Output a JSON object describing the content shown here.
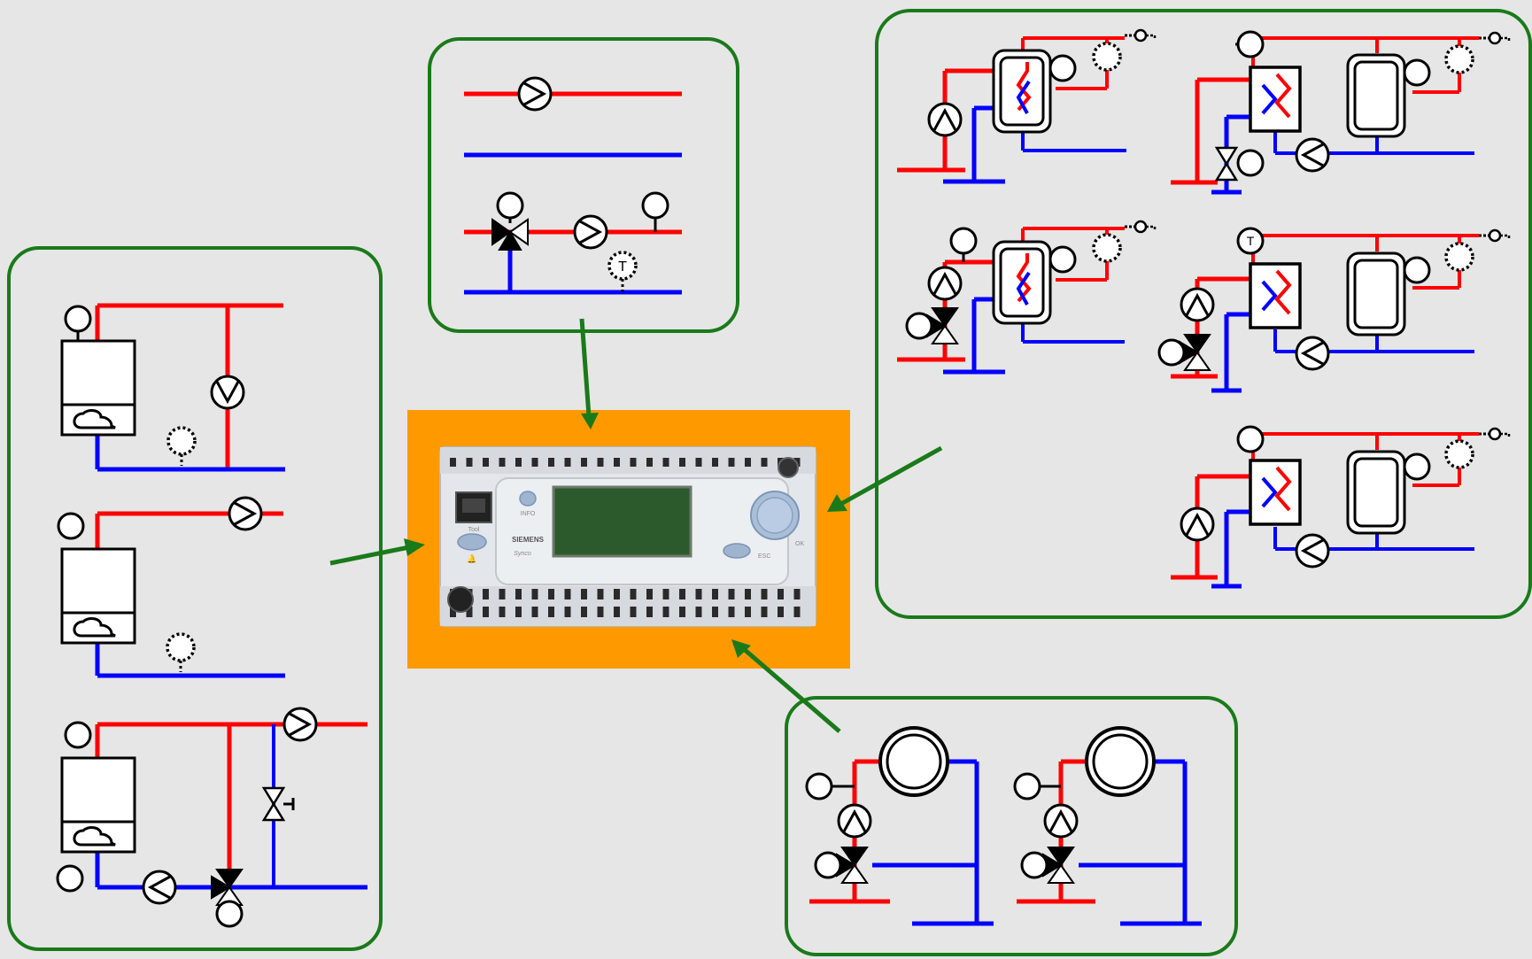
{
  "colors": {
    "background": "#e6e6e6",
    "frame": "#1a7a1a",
    "supply_pipe": "#ff0000",
    "return_pipe": "#0000ff",
    "controller_panel": "#ff9900",
    "lcd": "#2d5a2d"
  },
  "controller": {
    "brand": "SIEMENS",
    "model": "Synco",
    "button_info": "INFO",
    "button_esc": "ESC",
    "button_ok": "OK",
    "button_service": "Tool"
  },
  "sensor_letter": "T",
  "icons": [
    "pump-icon",
    "mixing-valve-icon",
    "shutoff-valve-icon",
    "boiler-icon",
    "flame-icon",
    "sensor-icon",
    "outdoor-sensor-icon",
    "heat-exchanger-icon",
    "storage-tank-icon",
    "radiator-icon",
    "arrow-icon"
  ]
}
